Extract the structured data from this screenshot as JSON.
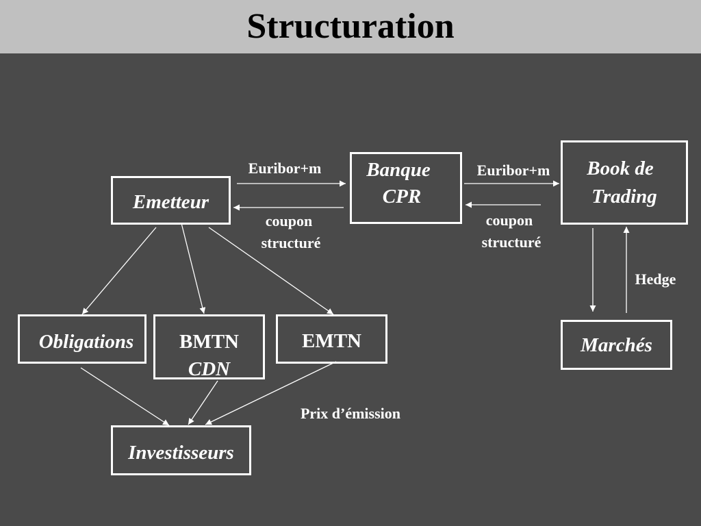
{
  "title": "Structuration",
  "nodes": {
    "emetteur": "Emetteur",
    "banque_line1": "Banque",
    "banque_line2": "CPR",
    "book_line1": "Book de",
    "book_line2": "Trading",
    "obligations": "Obligations",
    "bmtn_line1": "BMTN",
    "bmtn_line2": "CDN",
    "emtn": "EMTN",
    "investisseurs": "Investisseurs",
    "marches": "Marchés"
  },
  "labels": {
    "euribor_left": "Euribor+m",
    "euribor_right": "Euribor+m",
    "coupon_left_1": "coupon",
    "coupon_left_2": "structuré",
    "coupon_right_1": "coupon",
    "coupon_right_2": "structuré",
    "hedge": "Hedge",
    "prix": "Prix d’émission"
  },
  "colors": {
    "background": "#4a4a4a",
    "title_bar": "#c0c0c0",
    "title_text": "#000000",
    "foreground": "#ffffff"
  }
}
